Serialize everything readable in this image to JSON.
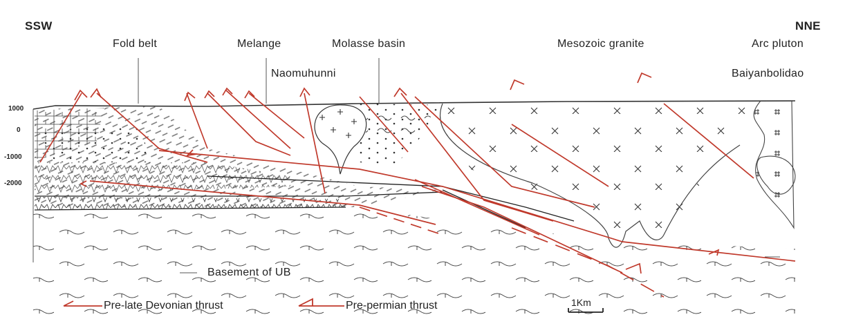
{
  "directions": {
    "left": "SSW",
    "right": "NNE"
  },
  "units": [
    {
      "key": "fold_belt",
      "label": "Fold belt"
    },
    {
      "key": "melange",
      "label": "Melange"
    },
    {
      "key": "molasse",
      "label": "Molasse basin"
    },
    {
      "key": "naomuhunni",
      "label": "Naomuhunni"
    },
    {
      "key": "granite",
      "label": "Mesozoic granite"
    },
    {
      "key": "arc",
      "label": "Arc pluton"
    },
    {
      "key": "baiyan",
      "label": "Baiyanbolidao"
    },
    {
      "key": "basement",
      "label": "Basement of UB"
    }
  ],
  "elevation_ticks": [
    "1000",
    "0",
    "-1000",
    "-2000"
  ],
  "legend": {
    "devonian": "Pre-late Devonian thrust",
    "permian": "Pre-permian thrust"
  },
  "scale_bar": "1Km",
  "colors": {
    "fault": "#c0392b",
    "line": "#444444",
    "text": "#222222"
  }
}
